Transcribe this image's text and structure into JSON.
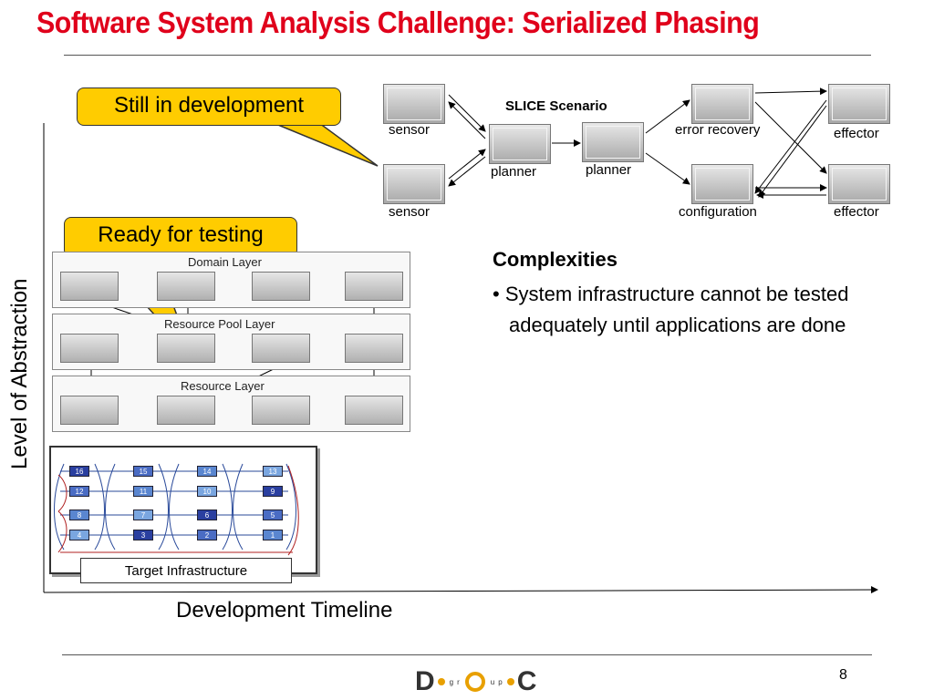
{
  "slide": {
    "title": "Software System Analysis Challenge: Serialized Phasing",
    "page_number": "8"
  },
  "callouts": {
    "development": "Still in development",
    "testing": "Ready for testing"
  },
  "slice": {
    "title": "SLICE Scenario",
    "labels": {
      "sensor_top": "sensor",
      "sensor_bottom": "sensor",
      "planner_1": "planner",
      "planner_2": "planner",
      "error_recovery": "error recovery",
      "configuration": "configuration",
      "effector_top": "effector",
      "effector_bottom": "effector"
    }
  },
  "layers": {
    "domain": "Domain Layer",
    "resource_pool": "Resource Pool Layer",
    "resource": "Resource Layer"
  },
  "infrastructure": {
    "label": "Target Infrastructure",
    "columns": [
      [
        "16",
        "12",
        "8",
        "4"
      ],
      [
        "15",
        "11",
        "7",
        "3"
      ],
      [
        "14",
        "10",
        "6",
        "2"
      ],
      [
        "13",
        "9",
        "5",
        "1"
      ]
    ]
  },
  "complexities": {
    "heading": "Complexities",
    "bullet": "• System infrastructure cannot be tested adequately until applications are done"
  },
  "axes": {
    "y_label": "Level of Abstraction",
    "x_label": "Development Timeline"
  },
  "logo": {
    "letters": [
      "D",
      "g",
      "r",
      "u",
      "p",
      "C"
    ]
  },
  "colors": {
    "title": "#e0001b",
    "callout": "#ffcc00",
    "logo_accent": "#e8a000"
  }
}
